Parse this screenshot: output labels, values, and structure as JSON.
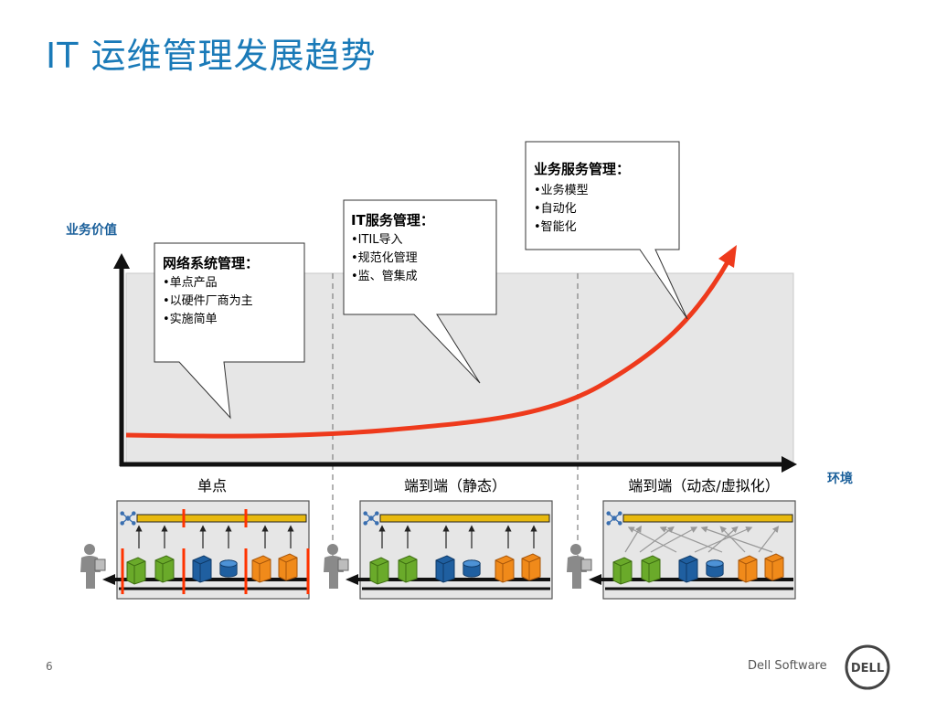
{
  "slide": {
    "title": "IT 运维管理发展趋势",
    "page_number": "6",
    "brand": "Dell Software",
    "logo_text": "DELL"
  },
  "axes": {
    "y_label": "业务价值",
    "x_label": "环境"
  },
  "callouts": [
    {
      "title": "网络系统管理：",
      "items": [
        "•单点产品",
        "•以硬件厂商为主",
        "•实施简单"
      ]
    },
    {
      "title": "IT服务管理：",
      "items": [
        "•ITIL导入",
        "•规范化管理",
        "•监、管集成"
      ]
    },
    {
      "title": "业务服务管理：",
      "items": [
        "•业务模型",
        "•自动化",
        "•智能化"
      ]
    }
  ],
  "stages": [
    "单点",
    "端到端（静态）",
    "端到端（动态/虚拟化）"
  ],
  "colors": {
    "title": "#1a7ab8",
    "curve": "#ee3a1c",
    "panel": "#e6e6e6",
    "bus": "#e8b90f",
    "green_server": "#6aaa2a",
    "blue_server": "#1f5fa0",
    "orange_server": "#f08a1a",
    "separator": "#ff3300"
  }
}
